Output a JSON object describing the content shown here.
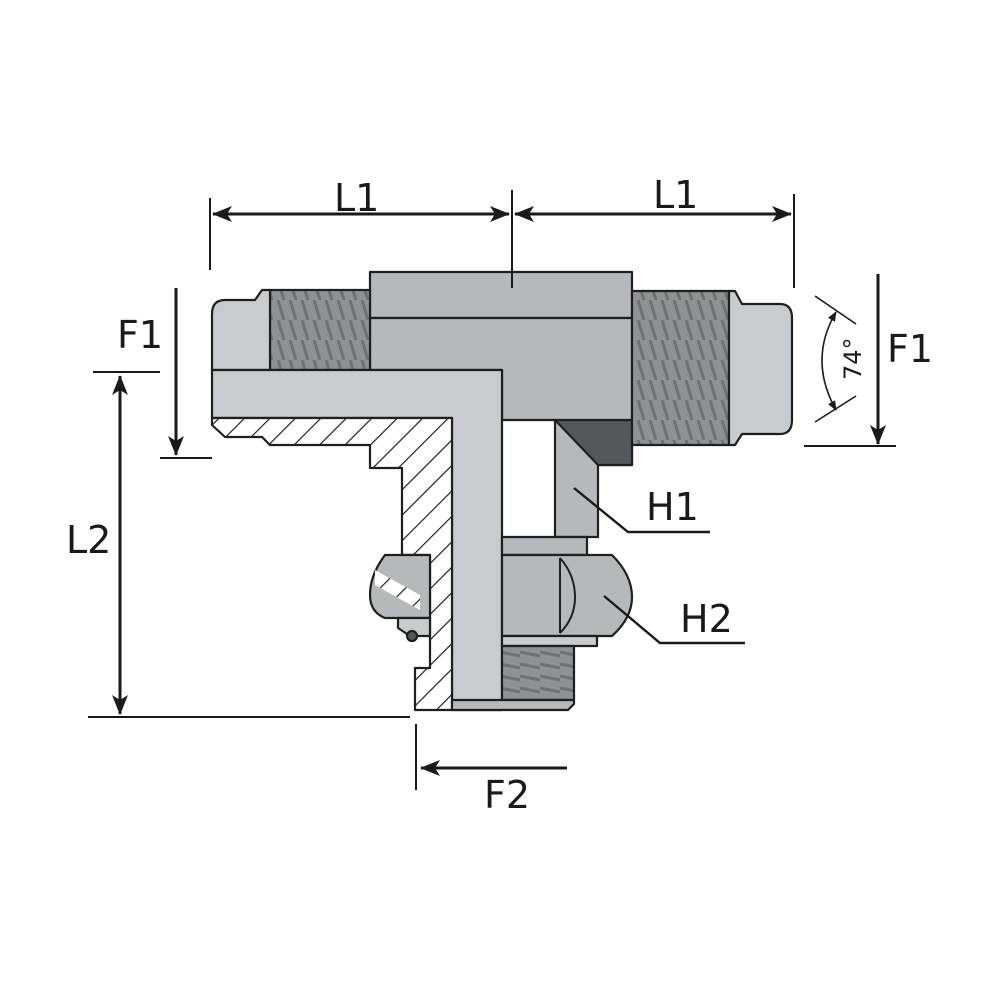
{
  "labels": {
    "length_1_left": "L1",
    "length_1_right": "L1",
    "length_2": "L2",
    "flare_left": "F1",
    "flare_right": "F1",
    "thread_2": "F2",
    "hex_1": "H1",
    "hex_2": "H2",
    "flare_angle": "74°"
  },
  "colors": {
    "body": "#b6b9bc",
    "body_light": "#c9cccf",
    "body_dark": "#55585b",
    "thread": "#8e9295",
    "thread_line": "#6f7275",
    "outline": "#1f1f1f",
    "dim_line": "#1a1a1a"
  }
}
